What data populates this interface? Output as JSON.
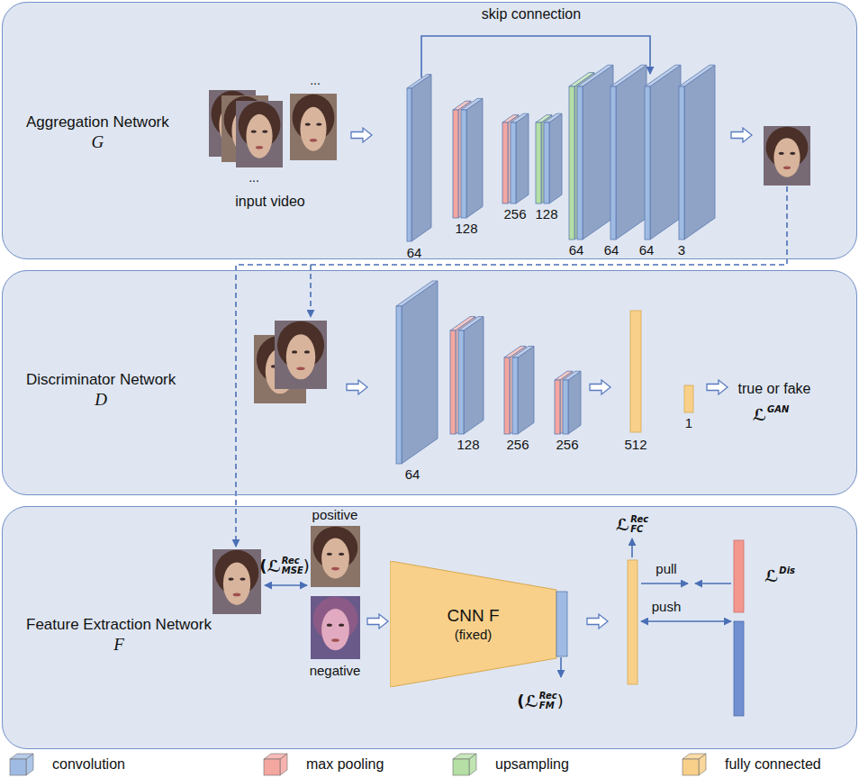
{
  "diagram": {
    "nodes": [
      {
        "text": [
          "Aggregation Network",
          "G"
        ]
      },
      {
        "text": [
          "Discriminator Network",
          "D"
        ]
      },
      {
        "text": [
          "Feature Extraction Network",
          "F"
        ]
      },
      {
        "text": [
          "CNN F",
          "(fixed)"
        ],
        "in": 2
      }
    ],
    "labels": [
      "skip connection",
      "...",
      "...",
      "input video",
      "64",
      "128",
      "256",
      "128",
      "64",
      "64",
      "64",
      "3",
      "64",
      "128",
      "256",
      "256",
      "512",
      "1",
      "true or fake",
      "ℒ",
      "GAN",
      "positive",
      "(ℒ",
      "Rec",
      "MSE",
      ")",
      "negative",
      "ℒ",
      "Rec",
      "FC",
      "pull",
      "push",
      "ℒ",
      "Dis",
      "(ℒ",
      "Rec",
      "FM",
      ")"
    ],
    "legend": [
      {
        "text": "convolution",
        "color": "#9fbbe3"
      },
      {
        "text": "max pooling",
        "color": "#f4a6a0"
      },
      {
        "text": "upsampling",
        "color": "#b5dfa4"
      },
      {
        "text": "fully connected",
        "color": "#f9d08a"
      }
    ]
  }
}
